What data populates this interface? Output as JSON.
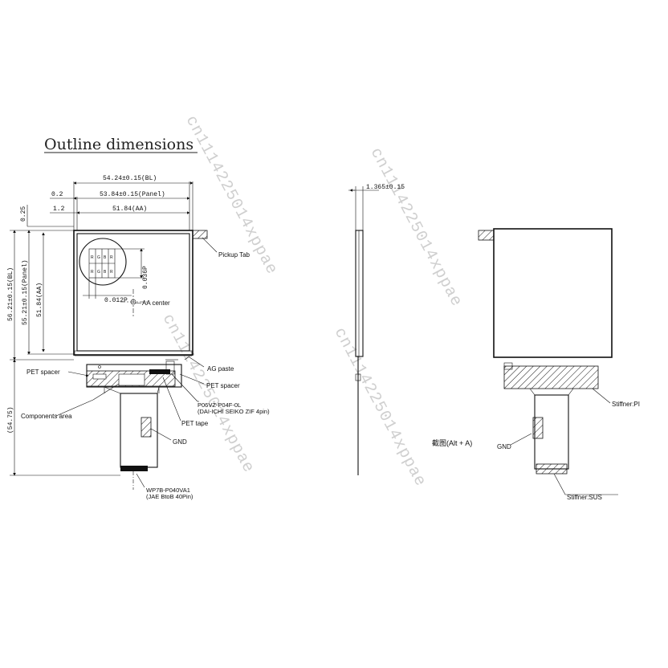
{
  "title": "Outline dimensions",
  "dimensions": {
    "width_bl": "54.24±0.15(BL)",
    "width_panel": "53.84±0.15(Panel)",
    "width_aa": "51.84(AA)",
    "offset_02": "0.2",
    "offset_12": "1.2",
    "offset_025": "0.25",
    "height_bl": "56.21±0.15(BL)",
    "height_panel": "55.21±0.15(Panel)",
    "height_aa": "51.84(AA)",
    "fpc_length": "(54.75)",
    "thickness": "1.365±0.15",
    "pitch_h": "0.012P",
    "pitch_v": "0.036P"
  },
  "pixel_labels": [
    "R",
    "G",
    "B",
    "R"
  ],
  "labels": {
    "pickup_tab": "Pickup Tab",
    "aa_center": "AA center",
    "ag_paste": "AG paste",
    "pet_spacer_left": "PET spacer",
    "pet_spacer_right": "PET spacer",
    "components_area": "Components area",
    "fpc_connector_1": "P06VZ-P04F-0L",
    "fpc_connector_2": "(DAI-ICHI SEIKO ZIF 4pin)",
    "pet_tape": "PET tape",
    "gnd_left": "GND",
    "board_connector_1": "WP7B-P040VA1",
    "board_connector_2": "(JAE BtoB 40Pin)",
    "stiffener_pi": "Stiffner:PI",
    "gnd_right": "GND",
    "stiffener_sus": "Stiffner:SUS",
    "screenshot_hint": "截图(Alt + A)"
  },
  "watermarks": [
    "cn1114225014xppae",
    "cn1114225014xppae",
    "cn1114225014xppae",
    "cn1114225014xppae"
  ]
}
